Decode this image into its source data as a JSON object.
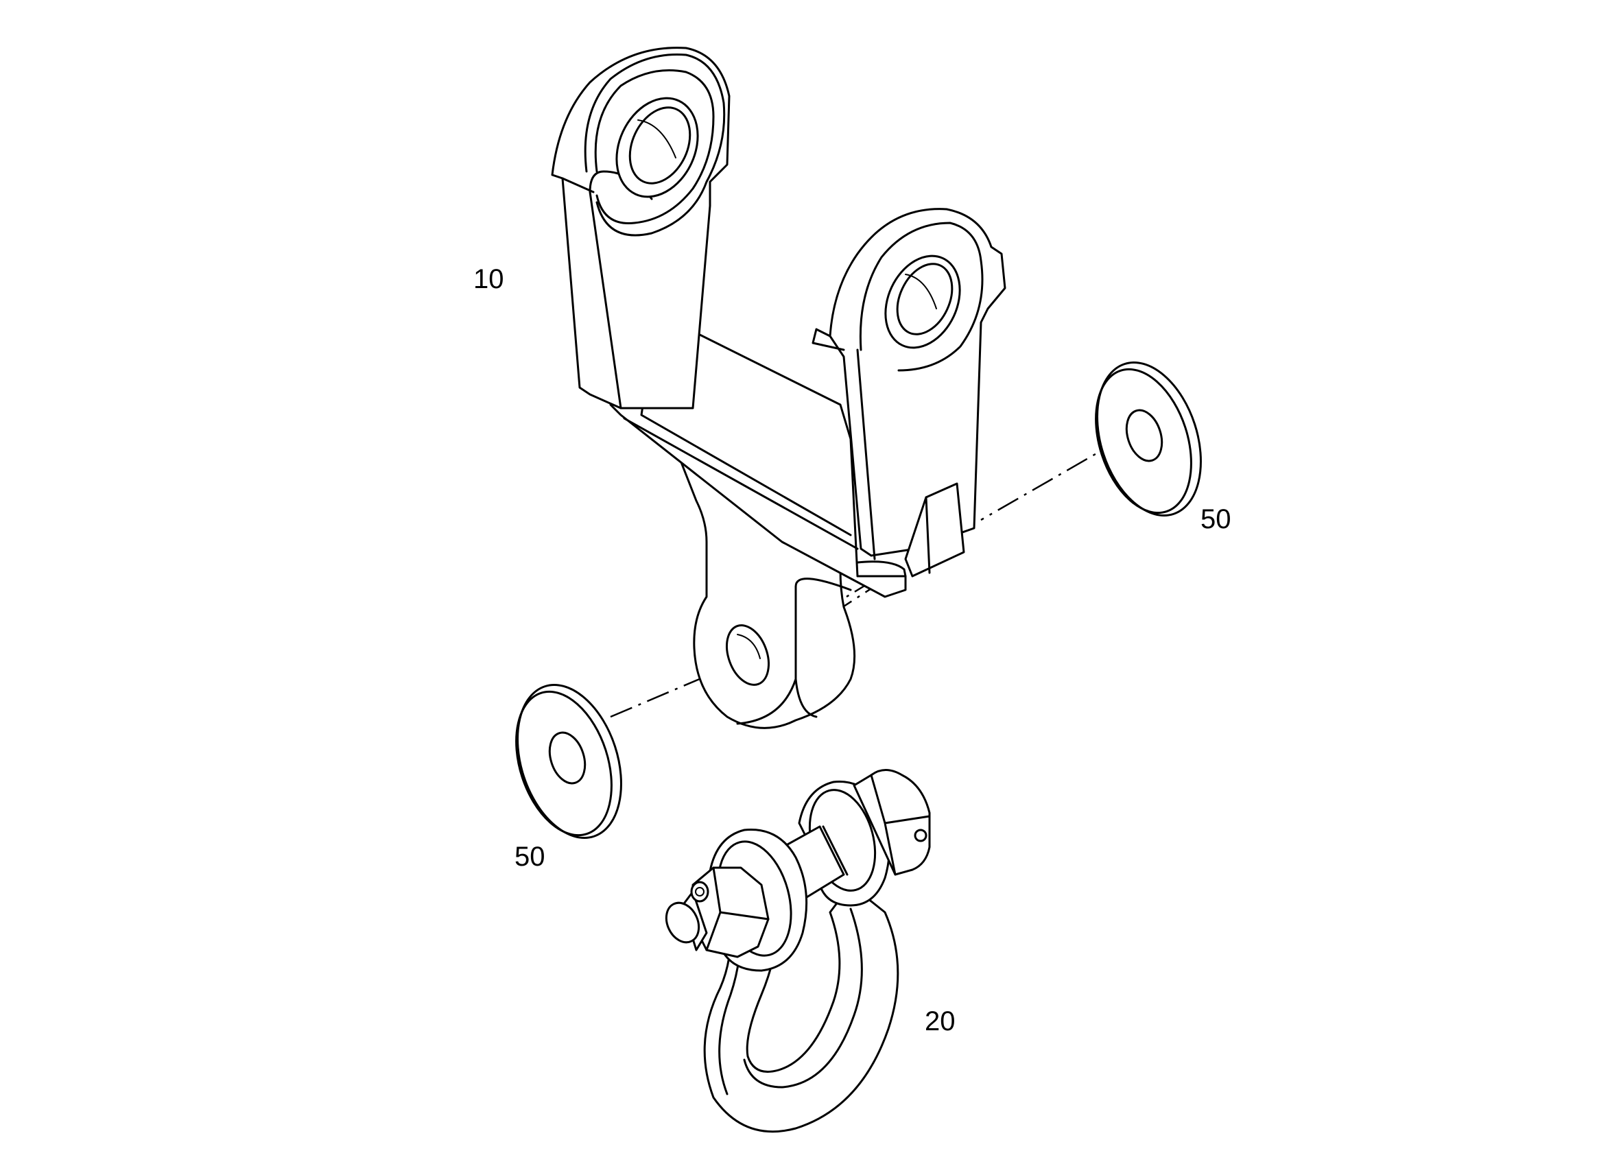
{
  "drawing": {
    "callouts": {
      "bracket": "10",
      "shackle": "20",
      "washer_right": "50",
      "washer_left": "50"
    }
  }
}
